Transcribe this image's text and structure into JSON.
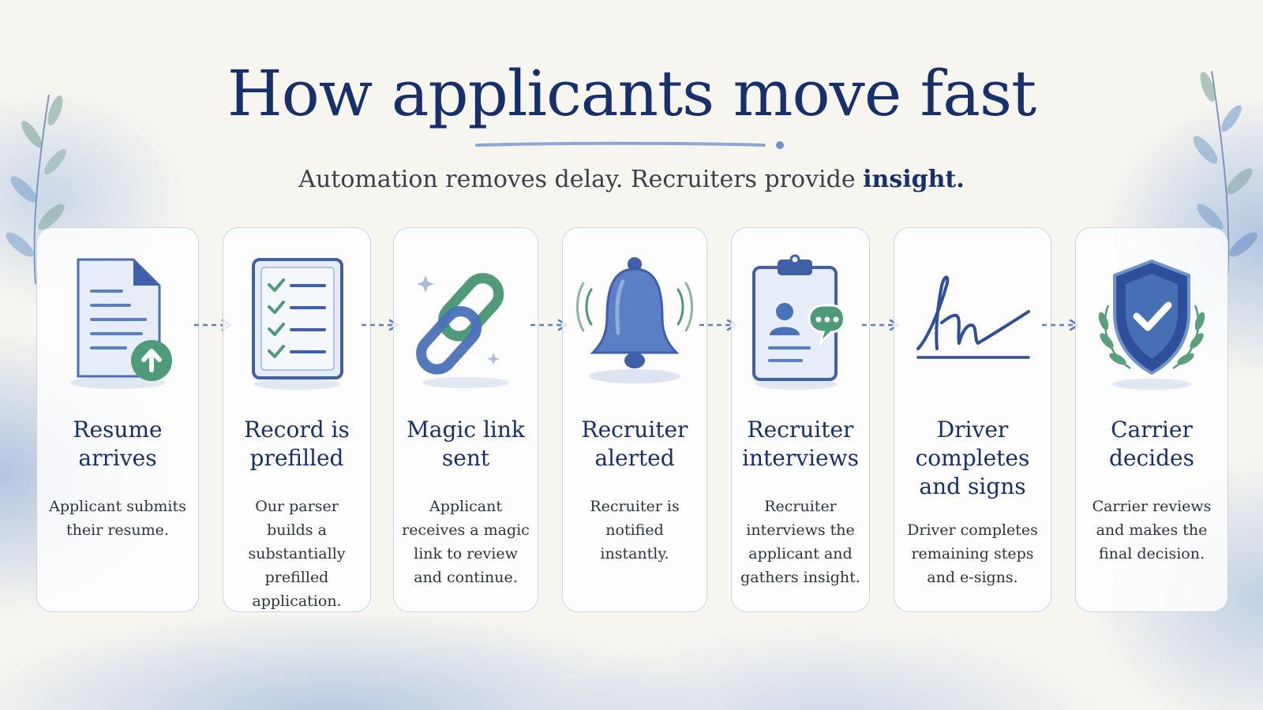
{
  "header": {
    "title": "How applicants move fast",
    "subtitle_lead": "Automation removes delay. Recruiters provide ",
    "subtitle_emphasis": "insight."
  },
  "steps": [
    {
      "title": "Resume arrives",
      "description": "Applicant submits their resume.",
      "icon": "resume-upload-icon"
    },
    {
      "title": "Record is prefilled",
      "description": "Our parser builds a substantially prefilled application.",
      "icon": "checklist-icon"
    },
    {
      "title": "Magic link sent",
      "description": "Applicant receives a magic link to review and continue.",
      "icon": "chain-link-icon"
    },
    {
      "title": "Recruiter alerted",
      "description": "Recruiter is notified instantly.",
      "icon": "bell-icon"
    },
    {
      "title": "Recruiter interviews",
      "description": "Recruiter interviews the applicant and gathers insight.",
      "icon": "clipboard-chat-icon"
    },
    {
      "title": "Driver completes and signs",
      "description": "Driver completes remaining steps and e-signs.",
      "icon": "signature-icon"
    },
    {
      "title": "Carrier decides",
      "description": "Carrier reviews and makes the final decision.",
      "icon": "shield-check-icon"
    }
  ],
  "colors": {
    "navy": "#16306b",
    "blue": "#5a7fc4",
    "green": "#4f9a78",
    "card_border": "#c6d3e8"
  }
}
